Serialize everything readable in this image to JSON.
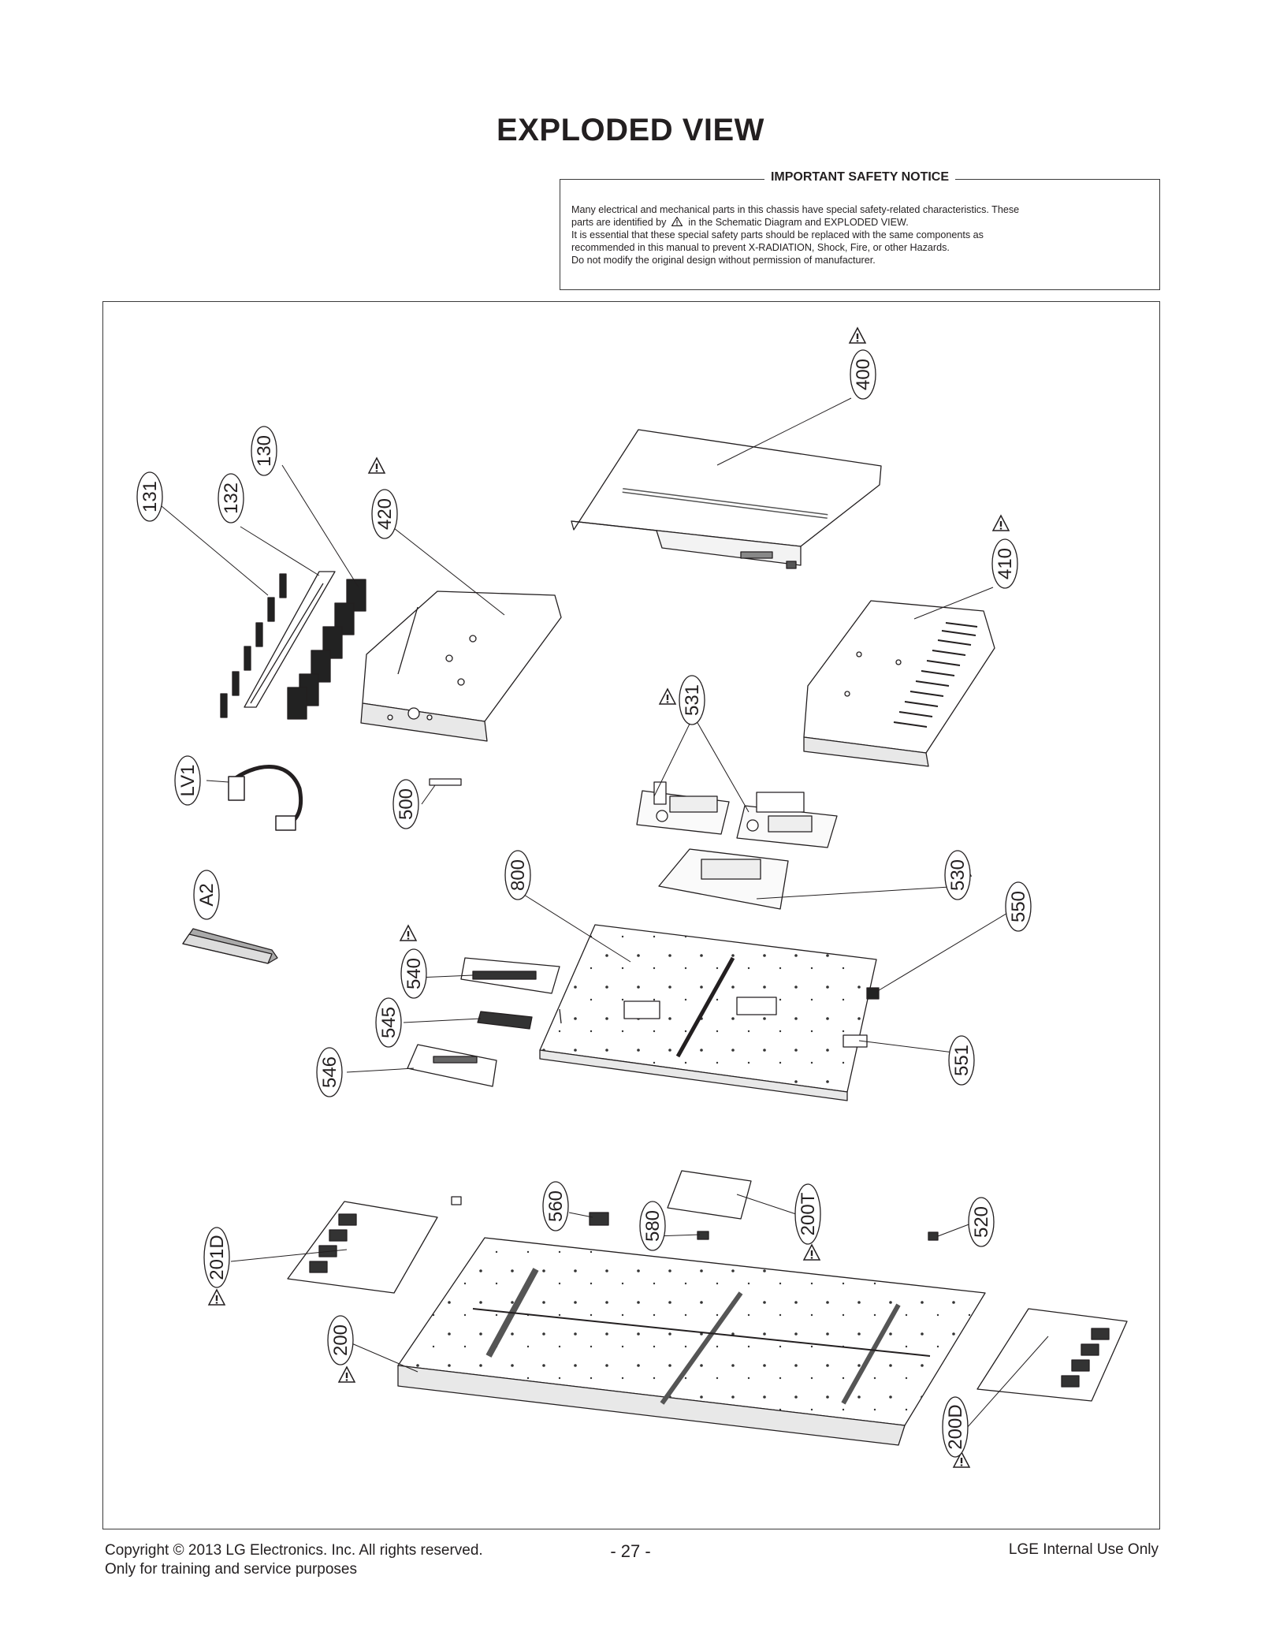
{
  "page": {
    "title": "EXPLODED VIEW"
  },
  "notice": {
    "heading": "IMPORTANT SAFETY NOTICE",
    "line1": "Many electrical and mechanical parts in this chassis have special safety-related characteristics. These",
    "line2_before": "parts are identified by",
    "line2_after": "in the Schematic Diagram and EXPLODED VIEW.",
    "line3": "It is essential that these special safety parts should be replaced with the same components as",
    "line4": "recommended in this manual to prevent X-RADIATION, Shock, Fire, or other Hazards.",
    "line5": "Do not modify the original design without permission of manufacturer."
  },
  "callouts": {
    "p400": "400",
    "p410": "410",
    "p420": "420",
    "p130": "130",
    "p131": "131",
    "p132": "132",
    "p531": "531",
    "pLV1": "LV1",
    "p500": "500",
    "p800": "800",
    "p530": "530",
    "p550": "550",
    "pA2": "A2",
    "p540": "540",
    "p545": "545",
    "p546": "546",
    "p551": "551",
    "p560": "560",
    "p580": "580",
    "p200T": "200T",
    "p520": "520",
    "p201D": "201D",
    "p200": "200",
    "p200D": "200D"
  },
  "footer": {
    "copyright": "Copyright  © 2013  LG Electronics. Inc. All rights reserved.",
    "purpose": "Only for training and service purposes",
    "page_number": "- 27 -",
    "internal": "LGE Internal Use Only"
  }
}
